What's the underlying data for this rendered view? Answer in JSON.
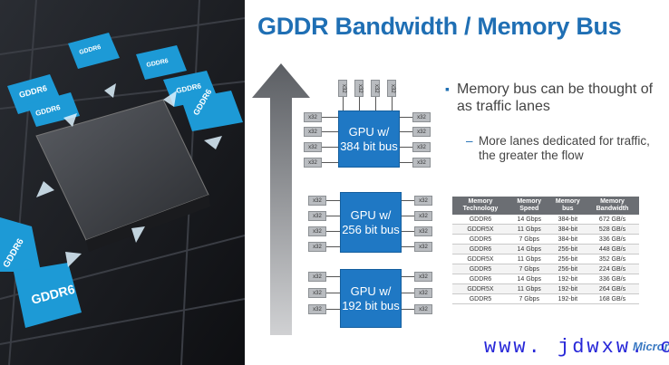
{
  "photo": {
    "chip_labels": [
      "GDDR6",
      "GDDR6",
      "GDDR6",
      "GDDR6",
      "GDDR6",
      "GDDR6",
      "GDDR6",
      "GDDR6"
    ],
    "colors": {
      "chip": "#1d9ad6",
      "board": "#1a1c20",
      "gpu": "#2c2e33"
    }
  },
  "slide": {
    "title": "GDDR Bandwidth / Memory Bus",
    "bullet": "Memory bus can be thought of as traffic lanes",
    "sub_bullet": "More lanes dedicated for traffic, the greater the flow",
    "lane_label": "x32",
    "gpus": [
      {
        "label": "GPU w/ 384 bit bus"
      },
      {
        "label": "GPU w/ 256 bit bus"
      },
      {
        "label": "GPU w/ 192 bit bus"
      }
    ],
    "table": {
      "headers": [
        "Memory Technology",
        "Memory Speed",
        "Memory bus",
        "Memory Bandwidth"
      ],
      "rows": [
        [
          "GDDR6",
          "14 Gbps",
          "384-bit",
          "672 GB/s"
        ],
        [
          "GDDR5X",
          "11 Gbps",
          "384-bit",
          "528 GB/s"
        ],
        [
          "GDDR5",
          "7 Gbps",
          "384-bit",
          "336 GB/s"
        ],
        [
          "GDDR6",
          "14 Gbps",
          "256-bit",
          "448 GB/s"
        ],
        [
          "GDDR5X",
          "11 Gbps",
          "256-bit",
          "352 GB/s"
        ],
        [
          "GDDR5",
          "7 Gbps",
          "256-bit",
          "224 GB/s"
        ],
        [
          "GDDR6",
          "14 Gbps",
          "192-bit",
          "336 GB/s"
        ],
        [
          "GDDR5X",
          "11 Gbps",
          "192-bit",
          "264 GB/s"
        ],
        [
          "GDDR5",
          "7 Gbps",
          "192-bit",
          "168 GB/s"
        ]
      ]
    },
    "logo": "Micron",
    "colors": {
      "title": "#1f6fb4",
      "gpu_box": "#1f78c4"
    }
  },
  "watermark": "www. jdwxw. cn"
}
